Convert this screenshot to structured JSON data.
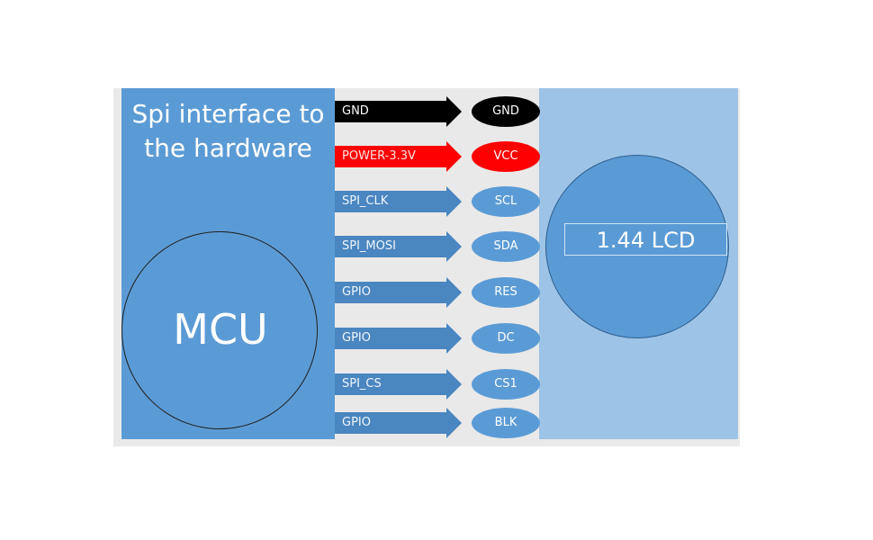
{
  "mcu": {
    "title_line1": "Spi interface to",
    "title_line2": "the hardware",
    "label": "MCU"
  },
  "lcd": {
    "label": "1.44 LCD"
  },
  "connections": [
    {
      "signal": "GND",
      "pin": "GND",
      "arrow_color": "#000000",
      "pin_color": "#000000",
      "text_color": "#ffffff"
    },
    {
      "signal": "POWER-3.3V",
      "pin": "VCC",
      "arrow_color": "#ff0000",
      "pin_color": "#ff0000",
      "text_color": "#ffe3e3"
    },
    {
      "signal": "SPI_CLK",
      "pin": "SCL",
      "arrow_color": "#4a86c0",
      "pin_color": "#5b9bd5",
      "text_color": "#f0f6fc"
    },
    {
      "signal": "SPI_MOSI",
      "pin": "SDA",
      "arrow_color": "#4a86c0",
      "pin_color": "#5b9bd5",
      "text_color": "#f0f6fc"
    },
    {
      "signal": "GPIO",
      "pin": "RES",
      "arrow_color": "#4a86c0",
      "pin_color": "#5b9bd5",
      "text_color": "#f0f6fc"
    },
    {
      "signal": "GPIO",
      "pin": "DC",
      "arrow_color": "#4a86c0",
      "pin_color": "#5b9bd5",
      "text_color": "#f0f6fc"
    },
    {
      "signal": "SPI_CS",
      "pin": "CS1",
      "arrow_color": "#4a86c0",
      "pin_color": "#5b9bd5",
      "text_color": "#f0f6fc"
    },
    {
      "signal": "GPIO",
      "pin": "BLK",
      "arrow_color": "#4a86c0",
      "pin_color": "#5b9bd5",
      "text_color": "#f0f6fc"
    }
  ],
  "colors": {
    "panel_blue": "#5b9bd5",
    "panel_light_blue": "#9dc3e6",
    "background_gray": "#e9e9e9"
  }
}
